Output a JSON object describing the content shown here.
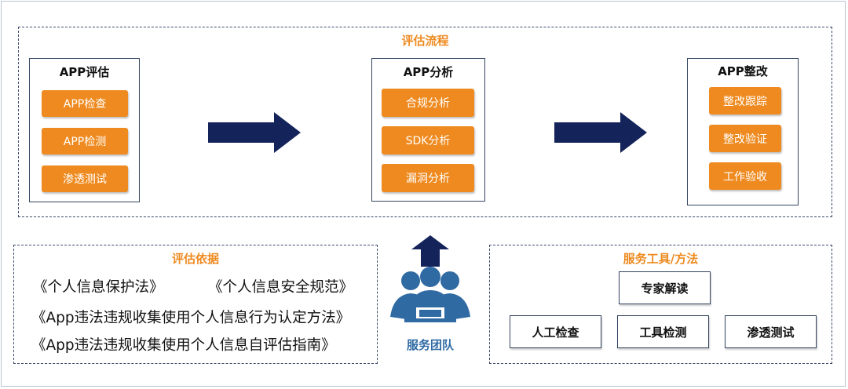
{
  "process": {
    "title": "评估流程",
    "stages": [
      {
        "title": "APP评估",
        "items": [
          "APP检查",
          "APP检测",
          "渗透测试"
        ]
      },
      {
        "title": "APP分析",
        "items": [
          "合规分析",
          "SDK分析",
          "漏洞分析"
        ]
      },
      {
        "title": "APP整改",
        "items": [
          "整改跟踪",
          "整改验证",
          "工作验收"
        ]
      }
    ]
  },
  "basis": {
    "title": "评估依据",
    "laws": [
      "《个人信息保护法》",
      "《个人信息安全规范》",
      "《App违法违规收集使用个人信息行为认定方法》",
      "《App违法违规收集使用个人信息自评估指南》"
    ]
  },
  "team": {
    "label": "服务团队"
  },
  "tools": {
    "title": "服务工具/方法",
    "top": "专家解读",
    "bottom": [
      "人工检查",
      "工具检测",
      "渗透测试"
    ]
  },
  "colors": {
    "orange": "#ee8a1f",
    "navy": "#14235a",
    "border": "#3b4a6b",
    "team_blue": "#2f6aa3"
  }
}
